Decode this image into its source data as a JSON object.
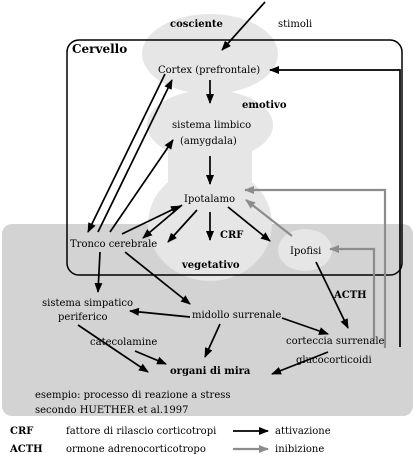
{
  "labels": {
    "cosciente": "cosciente",
    "stimoli": "stimoli",
    "cervello": "Cervello",
    "cortex": "Cortex (prefrontale)",
    "emotivo": "emotivo",
    "limbico_1": "sistema limbico",
    "limbico_2": "(amygdala)",
    "ipotalamo": "Ipotalamo",
    "tronco": "Tronco cerebrale",
    "crf_center": "CRF",
    "vegetativo": "vegetativo",
    "ipofisi": "Ipofisi",
    "acth_center": "ACTH",
    "simpatico_1": "sistema simpatico",
    "simpatico_2": "periferico",
    "midollo": "midollo surrenale",
    "catecolamine": "catecolamine",
    "corteccia": "corteccia surrenale",
    "glucocorticoidi": "glucocorticoidi",
    "organi": "organi di mira",
    "esempio_1": "esempio: processo di reazione a stress",
    "esempio_2": "secondo HUETHER et al.1997"
  },
  "legend": {
    "crf_abbr": "CRF",
    "crf_desc": "fattore di rilascio corticotropi",
    "acth_abbr": "ACTH",
    "acth_desc": "ormone adrenocorticotropo",
    "activation": "attivazione",
    "inhibition": "inibizione"
  },
  "colors": {
    "lower_panel": "#d3d3d3",
    "brain_blob": "#e6e6e6",
    "activation_arrow": "#000000",
    "inhibition_arrow": "#8c8c8c"
  }
}
